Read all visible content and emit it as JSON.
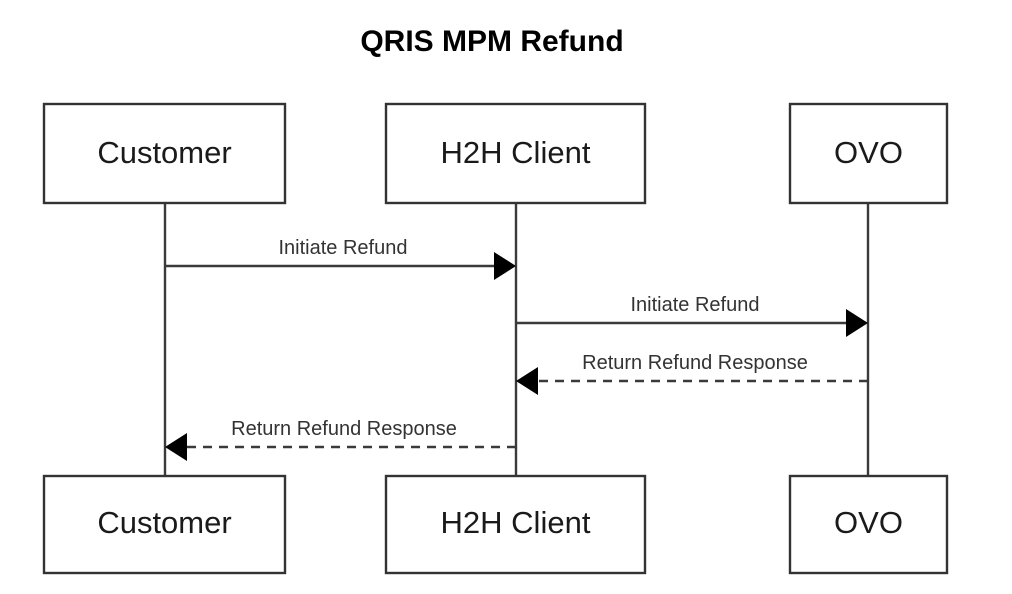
{
  "diagram": {
    "type": "sequence-diagram",
    "title": "QRIS MPM Refund",
    "background_color": "#ffffff",
    "line_color": "#3a3a3a",
    "text_color": "#1a1a1a",
    "participants": [
      {
        "id": "customer",
        "label": "Customer"
      },
      {
        "id": "h2h_client",
        "label": "H2H Client"
      },
      {
        "id": "ovo",
        "label": "OVO"
      }
    ],
    "participants_bottom": [
      {
        "id": "customer_bottom",
        "label": "Customer"
      },
      {
        "id": "h2h_client_bottom",
        "label": "H2H Client"
      },
      {
        "id": "ovo_bottom",
        "label": "OVO"
      }
    ],
    "messages": [
      {
        "index": 1,
        "label": "Initiate Refund",
        "from": "customer",
        "to": "h2h_client",
        "style": "solid",
        "direction": "right"
      },
      {
        "index": 2,
        "label": "Initiate Refund",
        "from": "h2h_client",
        "to": "ovo",
        "style": "solid",
        "direction": "right"
      },
      {
        "index": 3,
        "label": "Return Refund Response",
        "from": "ovo",
        "to": "h2h_client",
        "style": "dashed",
        "direction": "left"
      },
      {
        "index": 4,
        "label": "Return Refund Response",
        "from": "h2h_client",
        "to": "customer",
        "style": "dashed",
        "direction": "left"
      }
    ]
  }
}
